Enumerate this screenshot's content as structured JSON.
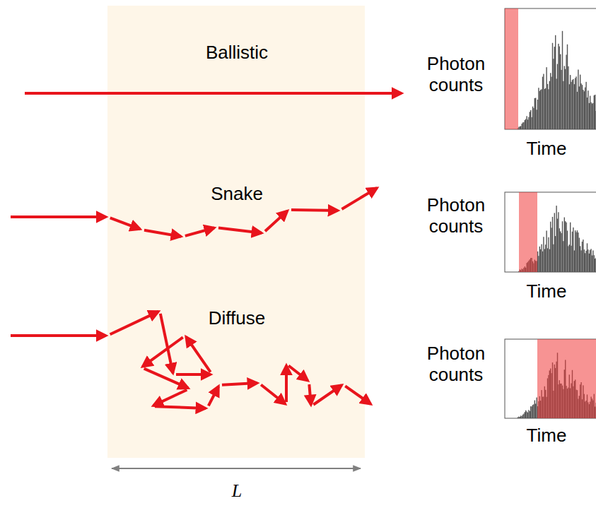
{
  "diagram": {
    "nodes": [
      {
        "text": [
          "Ballistic",
          "Snake",
          "Diffuse"
        ]
      }
    ],
    "labels": [
      "Photon counts",
      "Time",
      "Photon counts",
      "Time",
      "Photon counts",
      "Time",
      "L"
    ]
  }
}
